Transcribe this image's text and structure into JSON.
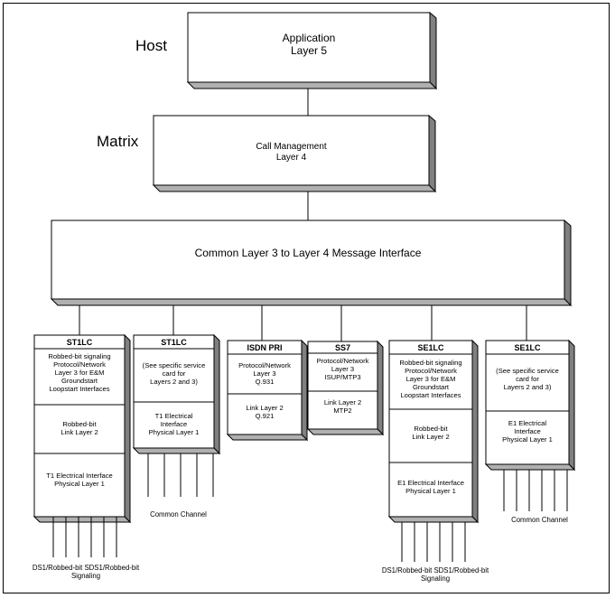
{
  "labels": {
    "host": "Host",
    "matrix": "Matrix"
  },
  "application": {
    "line1": "Application",
    "line2": "Layer 5"
  },
  "call_management": {
    "line1": "Call Management",
    "line2": "Layer 4"
  },
  "common_interface": {
    "text": "Common Layer 3 to Layer 4 Message Interface"
  },
  "cards": [
    {
      "title": "ST1LC",
      "sections": [
        [
          "Robbed-bit signaling",
          "Protocol/Network",
          "Layer 3 for E&M",
          "Groundstart",
          "Loopstart Interfaces"
        ],
        [
          "Robbed-bit",
          "Link Layer 2"
        ],
        [
          "T1 Electrical Interface",
          "Physical Layer 1"
        ]
      ]
    },
    {
      "title": "ST1LC",
      "sections": [
        [
          "(See  specific service",
          "card for",
          "Layers 2 and 3)"
        ],
        [
          "T1 Electrical",
          "Interface",
          "Physical Layer 1"
        ]
      ]
    },
    {
      "title": "ISDN PRI",
      "sections": [
        [
          "Protocol/Network",
          "Layer 3",
          "Q.931"
        ],
        [
          "Link Layer 2",
          "Q.921"
        ]
      ]
    },
    {
      "title": "SS7",
      "sections": [
        [
          "Protocol/Network",
          "Layer 3",
          "ISUP/MTP3"
        ],
        [
          "Link Layer 2",
          "MTP2"
        ]
      ]
    },
    {
      "title": "SE1LC",
      "sections": [
        [
          "Robbed-bit signaling",
          "Protocol/Network",
          "Layer 3 for E&M",
          "Groundstart",
          "Loopstart Interfaces"
        ],
        [
          "Robbed-bit",
          "Link Layer 2"
        ],
        [
          "E1 Electrical Interface",
          "Physical Layer 1"
        ]
      ]
    },
    {
      "title": "SE1LC",
      "sections": [
        [
          "(See  specific service",
          "card for",
          "Layers 2 and 3)"
        ],
        [
          "E1 Electrical",
          "Interface",
          "Physical Layer 1"
        ]
      ]
    }
  ],
  "bottom_labels": {
    "st1lc_signaling": {
      "line1": "DS1/Robbed-bit SDS1/Robbed-bit",
      "line2": "Signaling"
    },
    "st1lc_common": "Common  Channel",
    "se1lc_signaling": {
      "line1": "DS1/Robbed-bit SDS1/Robbed-bit",
      "line2": "Signaling"
    },
    "se1lc_common": "Common  Channel"
  }
}
